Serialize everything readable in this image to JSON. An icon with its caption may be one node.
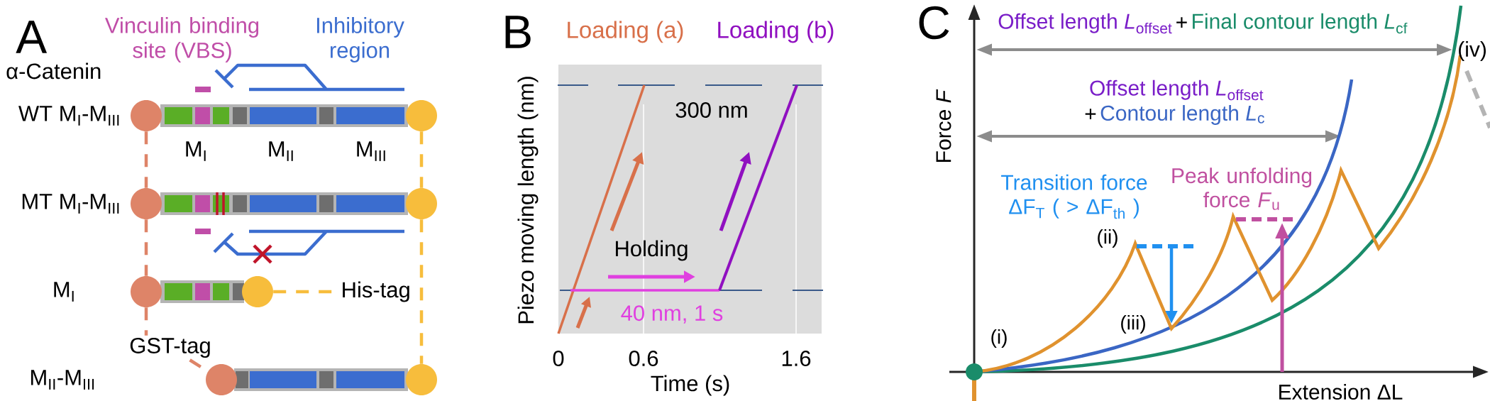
{
  "diagram": {
    "nodes": [
      {
        "text": [
          "GST-tag"
        ]
      },
      {
        "text": [
          "His-tag"
        ]
      },
      {
        "text": [],
        "shape": "circle"
      },
      {
        "text": [],
        "shape": "circle"
      },
      {
        "text": [],
        "shape": "circle"
      },
      {
        "text": [],
        "shape": "circle"
      },
      {
        "text": [],
        "shape": "circle"
      },
      {
        "text": [],
        "shape": "circle"
      },
      {
        "text": [],
        "shape": "circle"
      },
      {
        "text": [],
        "shape": "circle"
      }
    ],
    "edges": [
      {
        "from": 2,
        "to": 3,
        "arrow": "none",
        "style": "dashed",
        "color": "#de8468"
      },
      {
        "from": 3,
        "to": 4,
        "arrow": "none",
        "style": "dashed",
        "color": "#de8468"
      },
      {
        "from": 4,
        "to": 0,
        "arrow": "none",
        "style": "dashed",
        "color": "#de8468"
      },
      {
        "from": 0,
        "to": 5,
        "arrow": "none",
        "style": "dashed",
        "color": "#de8468"
      },
      {
        "from": 6,
        "to": 7,
        "arrow": "none",
        "style": "dashed",
        "color": "#f7bd3c"
      },
      {
        "from": 7,
        "to": 9,
        "arrow": "none",
        "style": "dashed",
        "color": "#f7bd3c"
      },
      {
        "from": 8,
        "to": 1,
        "arrow": "none",
        "style": "dashed",
        "color": "#f7bd3c"
      }
    ],
    "labels": [
      "A",
      "Vinculin binding site (VBS)",
      "Inhibitory region",
      "α-Catenin",
      "WT M$_{I}$-M$_{III}$",
      "M$_{I}$",
      "M$_{II}$",
      "M$_{III}$",
      "MT M$_{I}$-M$_{III}$",
      "M$_{I}$",
      "M$_{II}$-M$_{III}$",
      "B",
      "Loading (a)",
      "Loading (b)",
      "300 nm",
      "Holding",
      "40 nm, 1 s",
      "Piezo moving length (nm)",
      "0",
      "0.6",
      "1.6",
      "Time (s)",
      "C",
      "Offset length *L*$_{offset}$",
      "+",
      "Final contour length *L*$_{cf}$",
      "(iv)",
      "Force *F*",
      "Offset length *L*$_{offset}$",
      "+",
      "Contour length *L*$_{c}$",
      "Transition force ΔF$_{T}$ ( > ΔF$_{th}$ )",
      "Peak unfolding force *F*$_{u}$",
      "(ii)",
      "(iii)",
      "(i)",
      "Extension ΔL"
    ]
  }
}
